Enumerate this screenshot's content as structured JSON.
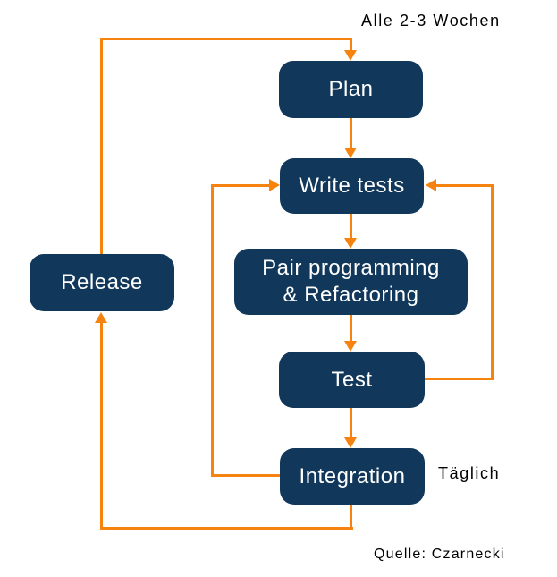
{
  "nodes": [
    {
      "id": "plan",
      "label": "Plan"
    },
    {
      "id": "write-tests",
      "label": "Write tests"
    },
    {
      "id": "pair-programming",
      "label": "Pair programming\n& Refactoring"
    },
    {
      "id": "test",
      "label": "Test"
    },
    {
      "id": "integration",
      "label": "Integration"
    },
    {
      "id": "release",
      "label": "Release"
    }
  ],
  "edges": [
    {
      "from": "release",
      "to": "plan",
      "type": "loop-top"
    },
    {
      "from": "plan",
      "to": "write-tests",
      "type": "straight-down"
    },
    {
      "from": "write-tests",
      "to": "pair-programming",
      "type": "straight-down"
    },
    {
      "from": "pair-programming",
      "to": "test",
      "type": "straight-down"
    },
    {
      "from": "test",
      "to": "integration",
      "type": "straight-down"
    },
    {
      "from": "test",
      "to": "write-tests",
      "type": "feedback-right"
    },
    {
      "from": "integration",
      "to": "write-tests",
      "type": "feedback-left"
    },
    {
      "from": "integration",
      "to": "release",
      "type": "loop-bottom"
    }
  ],
  "annotations": {
    "cycle": "Alle 2-3 Wochen",
    "daily": "Täglich",
    "source": "Quelle: Czarnecki"
  },
  "colors": {
    "node_fill": "#11385B",
    "node_text": "#FFFFFF",
    "connector": "#F6830F",
    "annotation_text": "#000000",
    "background": "#FFFFFF"
  }
}
